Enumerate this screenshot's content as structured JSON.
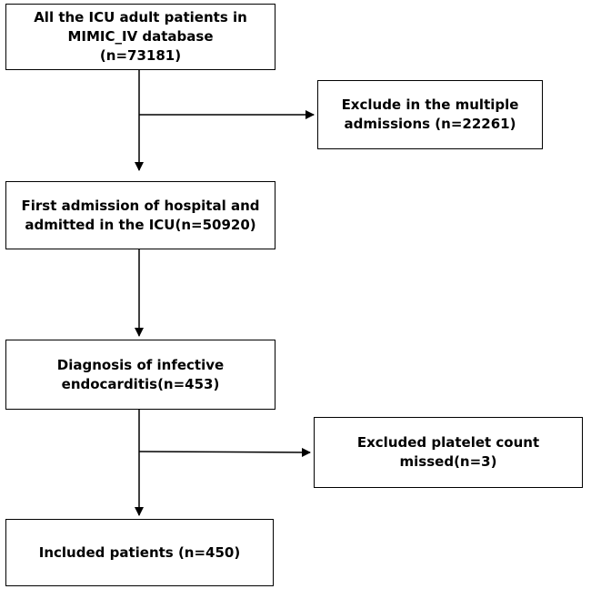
{
  "flowchart": {
    "box1": {
      "lines": [
        "All the ICU adult patients in",
        "MIMIC_IV database",
        "(n=73181)"
      ]
    },
    "exclude1": {
      "lines": [
        "Exclude in the multiple",
        "admissions (n=22261)"
      ]
    },
    "box2": {
      "lines": [
        "First admission of hospital and",
        "admitted in the ICU(n=50920)"
      ]
    },
    "box3": {
      "lines": [
        "Diagnosis of infective",
        "endocarditis(n=453)"
      ]
    },
    "exclude2": {
      "lines": [
        "Excluded platelet count missed(n=3)"
      ]
    },
    "box4": {
      "lines": [
        "Included patients (n=450)"
      ]
    }
  }
}
